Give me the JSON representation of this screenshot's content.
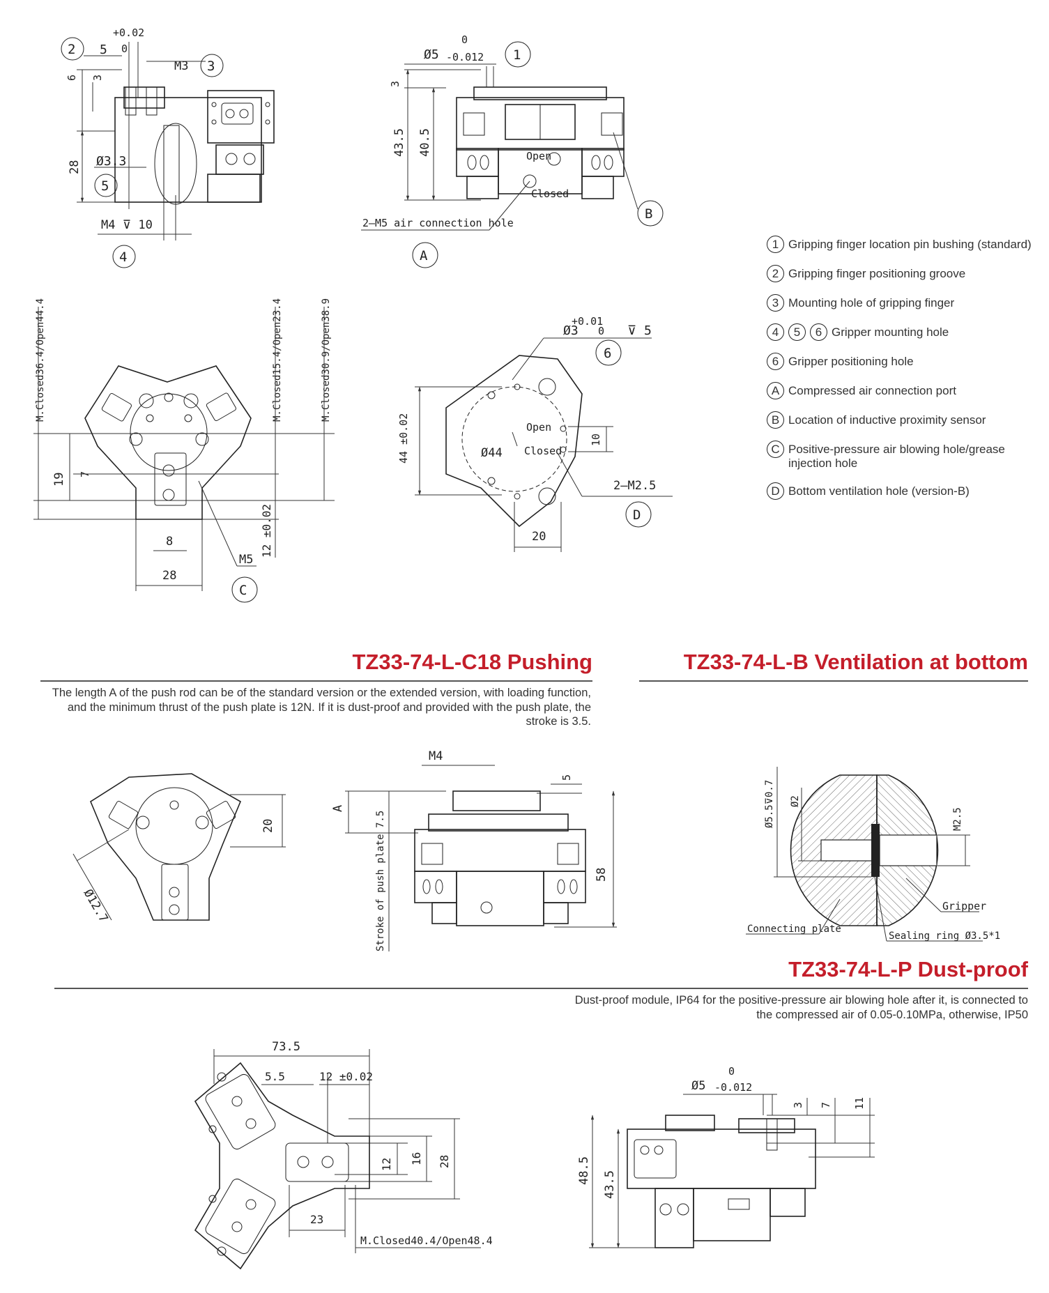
{
  "legend": [
    {
      "badges": [
        "1"
      ],
      "text": "Gripping finger location pin bushing (standard)"
    },
    {
      "badges": [
        "2"
      ],
      "text": "Gripping finger positioning groove"
    },
    {
      "badges": [
        "3"
      ],
      "text": "Mounting hole of gripping finger"
    },
    {
      "badges": [
        "4",
        "5",
        "6"
      ],
      "text": "Gripper mounting hole"
    },
    {
      "badges": [
        "6"
      ],
      "text": "Gripper positioning hole"
    },
    {
      "badges": [
        "A"
      ],
      "text": "Compressed air connection port"
    },
    {
      "badges": [
        "B"
      ],
      "text": "Location of inductive proximity sensor"
    },
    {
      "badges": [
        "C"
      ],
      "text": "Positive-pressure air blowing hole/grease injection hole"
    },
    {
      "badges": [
        "D"
      ],
      "text": "Bottom ventilation hole (version-B)"
    }
  ],
  "sections": {
    "pushing": {
      "title": "TZ33-74-L-C18 Pushing",
      "description": "The length A of the push rod can be of the standard version or the extended version, with loading function, and the minimum thrust of the push plate is 12N. If it is dust-proof and provided with the push plate, the stroke is 3.5."
    },
    "ventilation": {
      "title": "TZ33-74-L-B Ventilation at bottom"
    },
    "dustproof": {
      "title": "TZ33-74-L-P Dust-proof",
      "description": "Dust-proof module, IP64 for the positive-pressure air blowing hole after it, is connected to the compressed air of 0.05-0.10MPa, otherwise, IP50"
    }
  },
  "callouts": {
    "c1": "1",
    "c2": "2",
    "c3": "3",
    "c4": "4",
    "c5": "5",
    "c6": "6",
    "cA": "A",
    "cB": "B",
    "cC": "C",
    "cD": "D"
  },
  "labels": {
    "tol_p002": "+0.02",
    "zero": "0",
    "five": "5",
    "m3": "M3",
    "six": "6",
    "three": "3",
    "twenty_eight": "28",
    "d33": "Ø3.3",
    "m4_depth10": "M4 ⊽ 10",
    "d5": "Ø5",
    "tol_m0012": "-0.012",
    "dim_43_5": "43.5",
    "dim_40_5": "40.5",
    "open": "Open",
    "closed": "Closed",
    "air_hole": "2—M5 air connection hole",
    "m_closed_36": "M.Closed36.4/Open44.4",
    "m_closed_15": "M.Closed15.4/Open23.4",
    "m_closed_30": "M.Closed30.9/Open38.9",
    "dim_19": "19",
    "dim_7": "7",
    "dim_8": "8",
    "dim_12_tol": "12 ±0.02",
    "m5": "M5",
    "d3": "Ø3",
    "tol_p001": "+0.01",
    "depth5": "⊽ 5",
    "dim_44_tol": "44 ±0.02",
    "d44": "Ø44",
    "dim_10": "10",
    "m25_2": "2—M2.5",
    "dim_20": "20",
    "m4": "M4",
    "a_label": "A",
    "stroke": "Stroke of push plate 7.5",
    "dim_58": "58",
    "d127": "Ø12.7",
    "d55": "Ø5.5⊽0.7",
    "d2": "Ø2",
    "m25": "M2.5",
    "gripper": "Gripper",
    "connecting_plate": "Connecting plate",
    "sealing_ring": "Sealing ring Ø3.5*1",
    "dim_73_5": "73.5",
    "dim_5_5": "5.5",
    "dim_12_tol2": "12 ±0.02",
    "dim_12": "12",
    "dim_16": "16",
    "dim_23": "23",
    "m_closed_40": "M.Closed40.4/Open48.4",
    "dim_11": "11",
    "dim_48_5": "48.5"
  }
}
